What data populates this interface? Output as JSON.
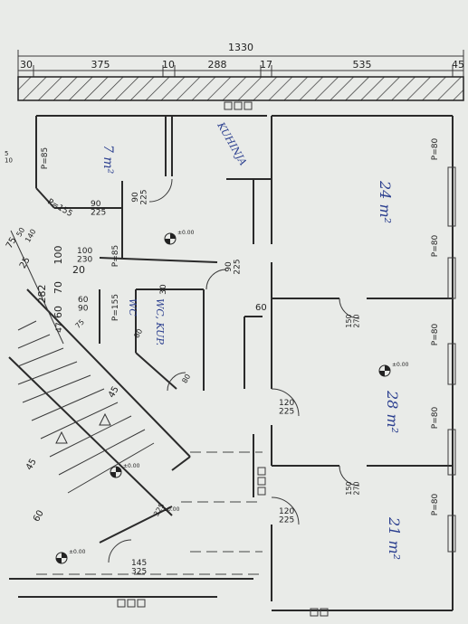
{
  "top_dims": {
    "total": "1330",
    "segments": [
      "30",
      "375",
      "10",
      "288",
      "17",
      "535",
      "45"
    ]
  },
  "left_dims": {
    "d282": "282",
    "d20": "20",
    "d100a": "100",
    "d70": "70",
    "d60": "60",
    "d47": "47",
    "d75": "75",
    "d25": "25",
    "d50": "50",
    "d140": "140",
    "d510": "5\n10"
  },
  "openings": {
    "p85_top": "P=85",
    "p155_a": "P=155",
    "d90_225_a": "90\n225",
    "d90_225_b": "90\n225",
    "d100_230": "100\n230",
    "p85_mid": "P=85",
    "d60_90": "60\n90",
    "p155_b": "P=155",
    "d75_small": "75",
    "d90_225_c": "90\n225",
    "d60_side": "60",
    "d80_a": "80",
    "d80_b": "80",
    "d30": "30",
    "d120_225_a": "120\n225",
    "d120_225_b": "120\n225",
    "d150_270_a": "150\n270",
    "d150_270_b": "150\n270",
    "d145_325": "145\n325",
    "d325": "325",
    "d45_a": "45",
    "d45_b": "45",
    "d60_stair": "60",
    "p80": [
      "P=80",
      "P=80",
      "P=80",
      "P=80",
      "P=80"
    ]
  },
  "levels": [
    "±0.00",
    "±0.00",
    "±0.00",
    "±0.00",
    "±0.00"
  ],
  "handwritten": {
    "room1": "7 m²",
    "kitchen": "KUHINJA",
    "room_big1": "24 m²",
    "room_big2": "28 m²",
    "room_big3": "21 m²",
    "wc": "WC",
    "wc_kup": "WC, KUP."
  }
}
